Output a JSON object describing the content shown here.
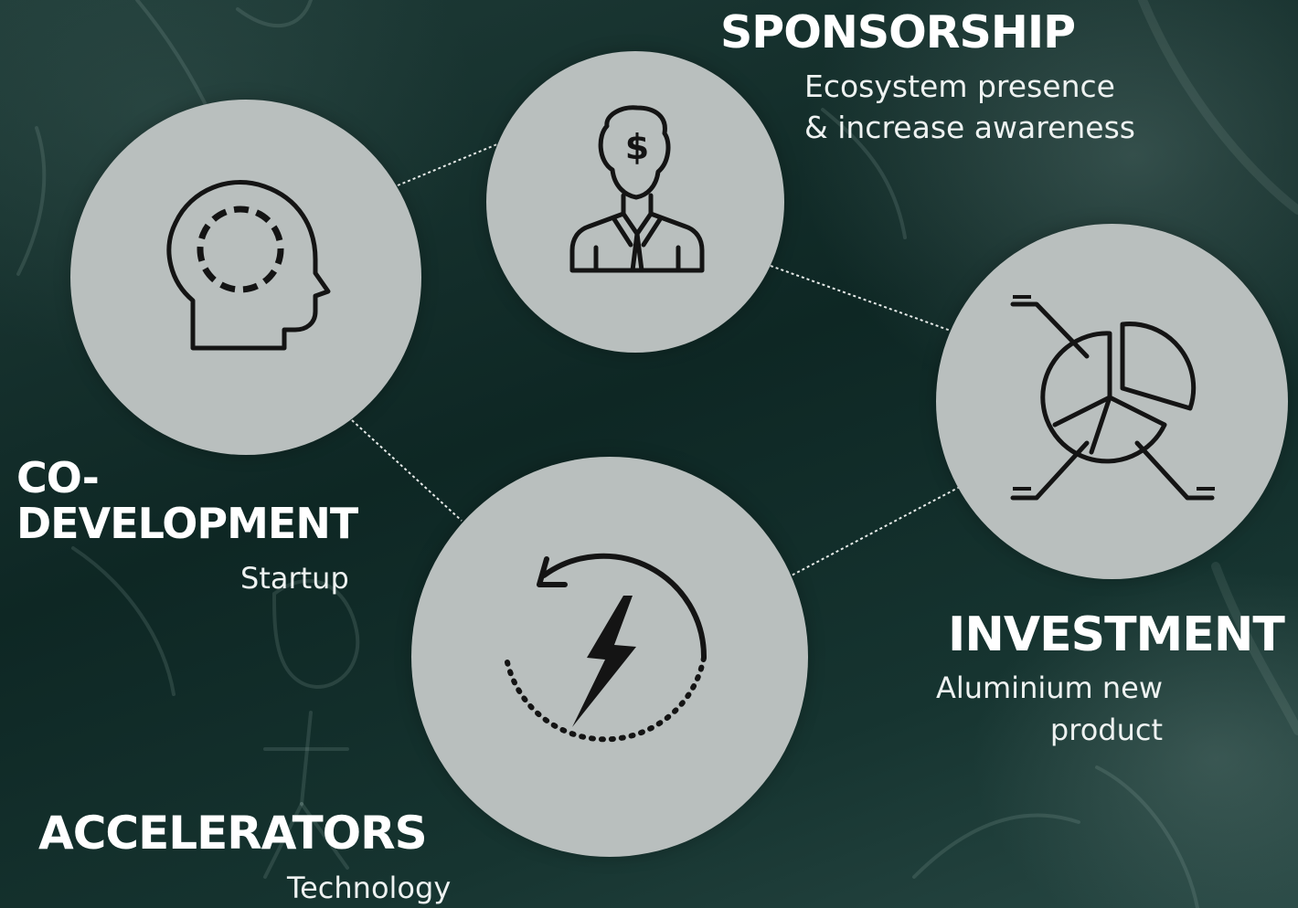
{
  "colors": {
    "background_dark": "#0e2724",
    "circle_fill": "#b9bfbe",
    "icon_stroke": "#141414",
    "connector": "#e8ecea",
    "text": "#ffffff"
  },
  "nodes": {
    "sponsorship": {
      "title": "SPONSORSHIP",
      "subtitle_lines": [
        "Ecosystem presence",
        "& increase awareness"
      ],
      "icon": "businessman-dollar-icon"
    },
    "co_development": {
      "title_lines": [
        "CO-",
        "DEVELOPMENT"
      ],
      "subtitle": "Startup",
      "icon": "head-cycle-icon"
    },
    "investment": {
      "title": "INVESTMENT",
      "subtitle_lines": [
        "Aluminium new",
        "product"
      ],
      "icon": "pie-chart-icon"
    },
    "accelerators": {
      "title": "ACCELERATORS",
      "subtitle": "Technology",
      "icon": "lightning-refresh-icon"
    }
  }
}
